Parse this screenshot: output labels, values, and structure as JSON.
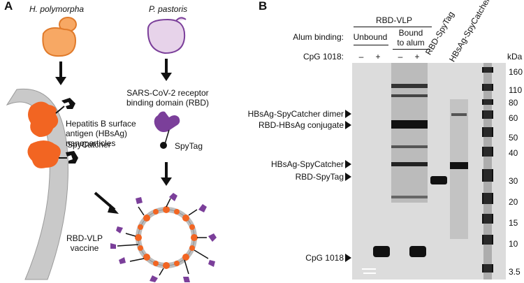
{
  "panel_a": {
    "letter": "A",
    "organism_left": "H. polymorpha",
    "organism_right": "P. pastoris",
    "rbd_label_line1": "SARS-CoV-2 receptor",
    "rbd_label_line2": "binding domain (RBD)",
    "spytag_label": "SpyTag",
    "hbsag_line1": "Hepatitis B surface",
    "hbsag_line2": "antigen (HBsAg)",
    "hbsag_line3": "nanoparticles",
    "spycatcher_label": "SpyCatcher",
    "vaccine_line1": "RBD-VLP",
    "vaccine_line2": "vaccine",
    "colors": {
      "yeast_orange": "#f7a864",
      "yeast_purple": "#e7d3ea",
      "hbsag": "#f26522",
      "rbd": "#7b3f9a"
    }
  },
  "panel_b": {
    "letter": "B",
    "group_label": "RBD-VLP",
    "alum_binding_label": "Alum binding:",
    "unbound_label": "Unbound",
    "bound_line1": "Bound",
    "bound_line2": "to alum",
    "cpg_label": "CpG 1018:",
    "lane_signs": [
      "–",
      "+",
      "–",
      "+"
    ],
    "lane_rbd_spytag": "RBD-SpyTag",
    "lane_hbsag_spycatcher": "HBsAg-SpyCatcher",
    "kda_label": "kDa",
    "ladder": [
      "160",
      "110",
      "80",
      "60",
      "50",
      "40",
      "30",
      "20",
      "15",
      "10",
      "3.5"
    ],
    "band_labels": {
      "dimer": "HBsAg-SpyCatcher dimer",
      "conjugate": "RBD-HBsAg conjugate",
      "spycatcher": "HBsAg-SpyCatcher",
      "spytag": "RBD-SpyTag",
      "cpg": "CpG 1018"
    }
  }
}
